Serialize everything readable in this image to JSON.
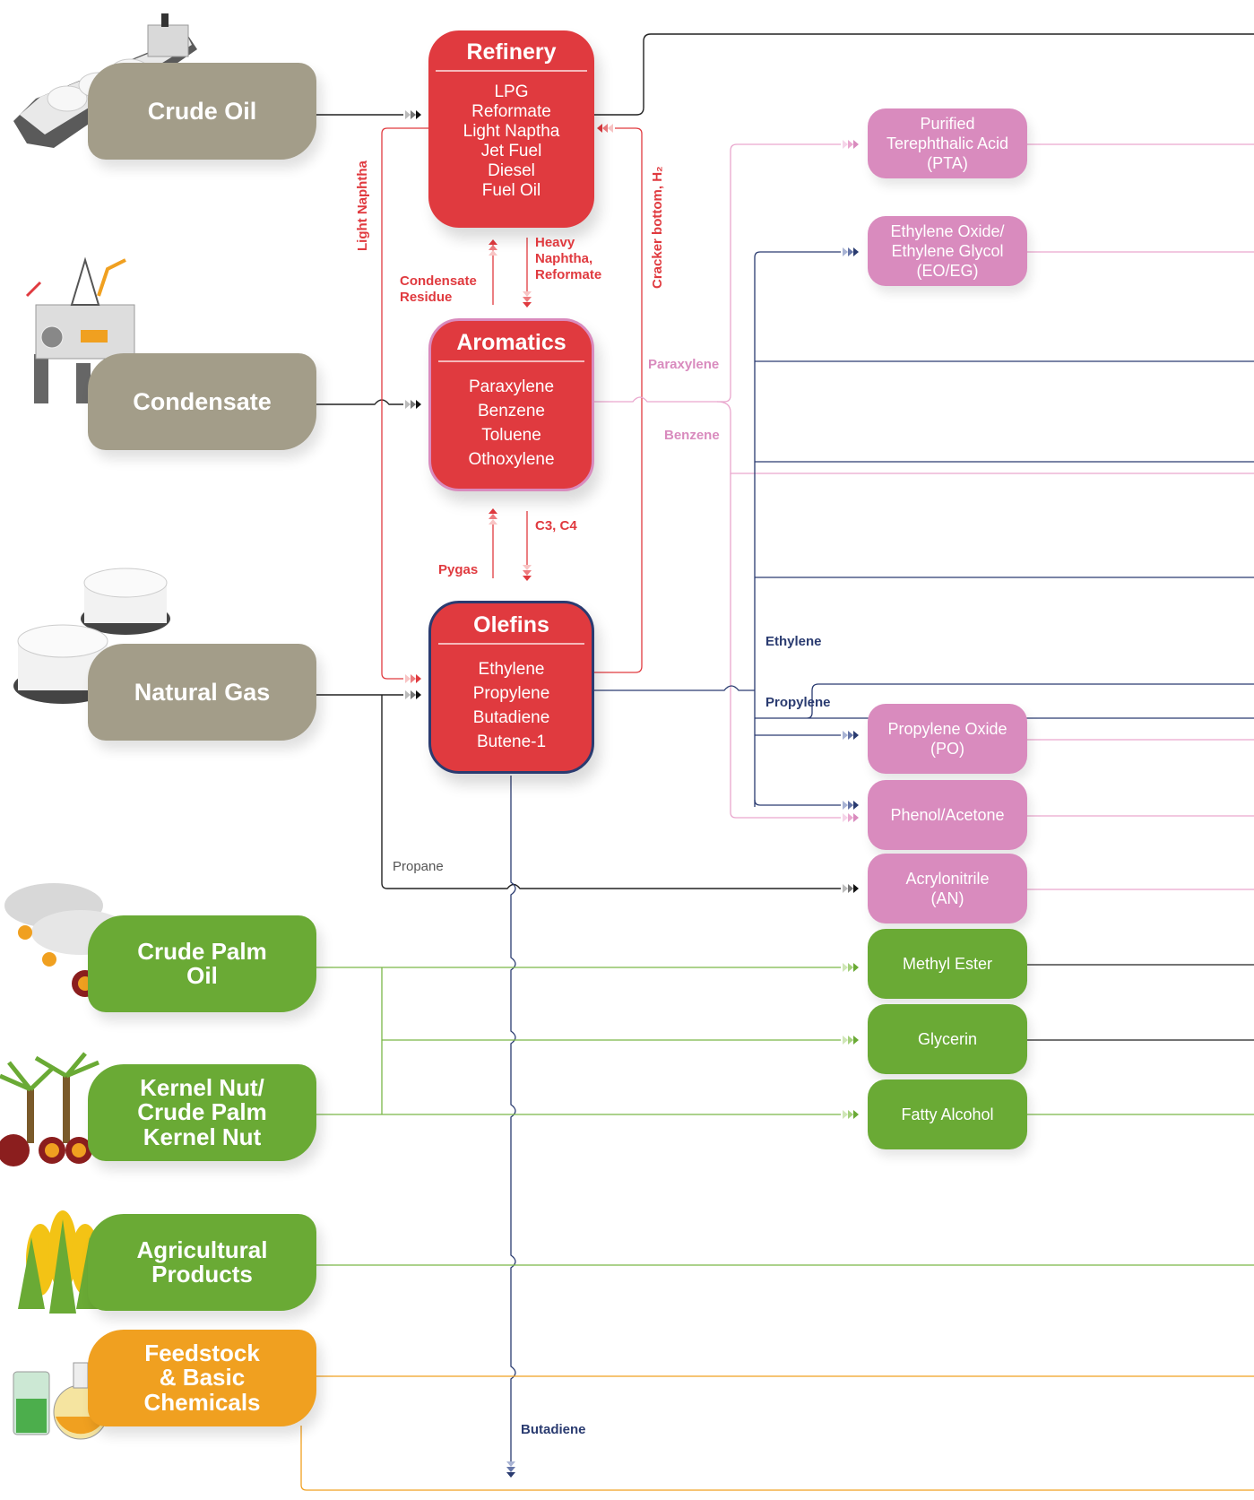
{
  "sources": {
    "crude_oil": "Crude Oil",
    "condensate": "Condensate",
    "natural_gas": "Natural Gas",
    "crude_palm_oil": [
      "Crude Palm",
      "Oil"
    ],
    "kernel_nut": [
      "Kernel Nut/",
      "Crude Palm",
      "Kernel Nut"
    ],
    "agricultural": [
      "Agricultural",
      "Products"
    ],
    "feedstock": [
      "Feedstock",
      "& Basic",
      "Chemicals"
    ]
  },
  "processes": {
    "refinery": {
      "title": "Refinery",
      "items": [
        "LPG",
        "Reformate",
        "Light Naptha",
        "Jet Fuel",
        "Diesel",
        "Fuel Oil"
      ]
    },
    "aromatics": {
      "title": "Aromatics",
      "items": [
        "Paraxylene",
        "Benzene",
        "Toluene",
        "Othoxylene"
      ]
    },
    "olefins": {
      "title": "Olefins",
      "items": [
        "Ethylene",
        "Propylene",
        "Butadiene",
        "Butene-1"
      ]
    }
  },
  "products": {
    "pta": [
      "Purified",
      "Terephthalic Acid",
      "(PTA)"
    ],
    "eoeg": [
      "Ethylene Oxide/",
      "Ethylene Glycol",
      "(EO/EG)"
    ],
    "po": [
      "Propylene Oxide",
      "(PO)"
    ],
    "phenol": [
      "Phenol/Acetone"
    ],
    "an": [
      "Acrylonitrile",
      "(AN)"
    ],
    "methyl_ester": [
      "Methyl Ester"
    ],
    "glycerin": [
      "Glycerin"
    ],
    "fatty_alcohol": [
      "Fatty Alcohol"
    ]
  },
  "flow_labels": {
    "light_naphtha": "Light Naphtha",
    "cracker_bottom": "Cracker bottom, H₂",
    "condensate_residue": [
      "Condensate",
      "Residue"
    ],
    "heavy_naphtha": [
      "Heavy",
      "Naphtha,",
      "Reformate"
    ],
    "pygas": "Pygas",
    "c3c4": "C3, C4",
    "paraxylene": "Paraxylene",
    "benzene": "Benzene",
    "ethylene": "Ethylene",
    "propylene": "Propylene",
    "propane": "Propane",
    "butadiene": "Butadiene"
  },
  "colors": {
    "source_gray": "#a39d89",
    "source_green": "#6aaa35",
    "source_orange": "#f0a020",
    "process_red": "#e03a3f",
    "product_pink": "#d98bbe",
    "navy": "#2a3b70",
    "line_black": "#222222",
    "line_green": "#7ab648",
    "line_orange": "#f0a020"
  },
  "icons": [
    "lng-ship-icon",
    "offshore-platform-icon",
    "storage-tanks-icon",
    "palm-oil-tanks-icon",
    "palm-trees-icon",
    "corn-icon",
    "chemical-flasks-icon"
  ]
}
